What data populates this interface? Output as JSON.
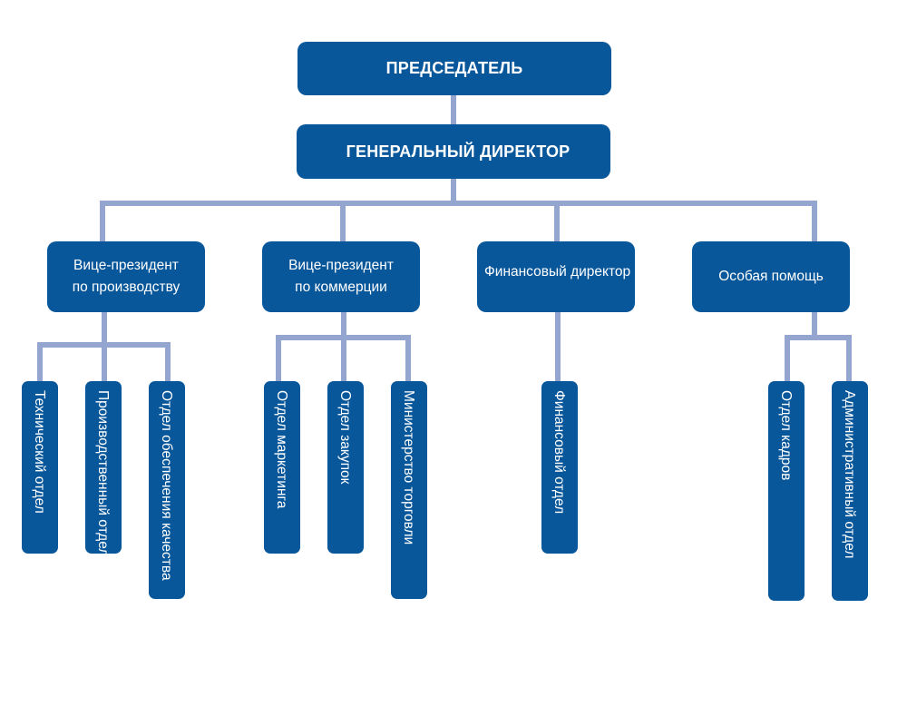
{
  "colors": {
    "box": "#08579a",
    "text": "#ffffff",
    "connector": "#94a5d0"
  },
  "chairman": "ПРЕДСЕДАТЕЛЬ",
  "general_director": "ГЕНЕРАЛЬНЫЙ ДИРЕКТОР",
  "branches": {
    "production": {
      "lines": [
        "Вице-президент",
        "по производству"
      ],
      "departments": [
        "Технический отдел",
        "Производственный отдел",
        "Отдел обеспечения качества"
      ]
    },
    "commerce": {
      "lines": [
        "Вице-президент",
        "по коммерции"
      ],
      "departments": [
        "Отдел маркетинга",
        "Отдел закупок",
        "Министерство торговли"
      ]
    },
    "finance": {
      "lines": [
        "Финансовый директор"
      ],
      "departments": [
        "Финансовый отдел"
      ]
    },
    "special": {
      "lines": [
        "Особая помощь"
      ],
      "departments": [
        "Отдел кадров",
        "Административный отдел"
      ]
    }
  }
}
